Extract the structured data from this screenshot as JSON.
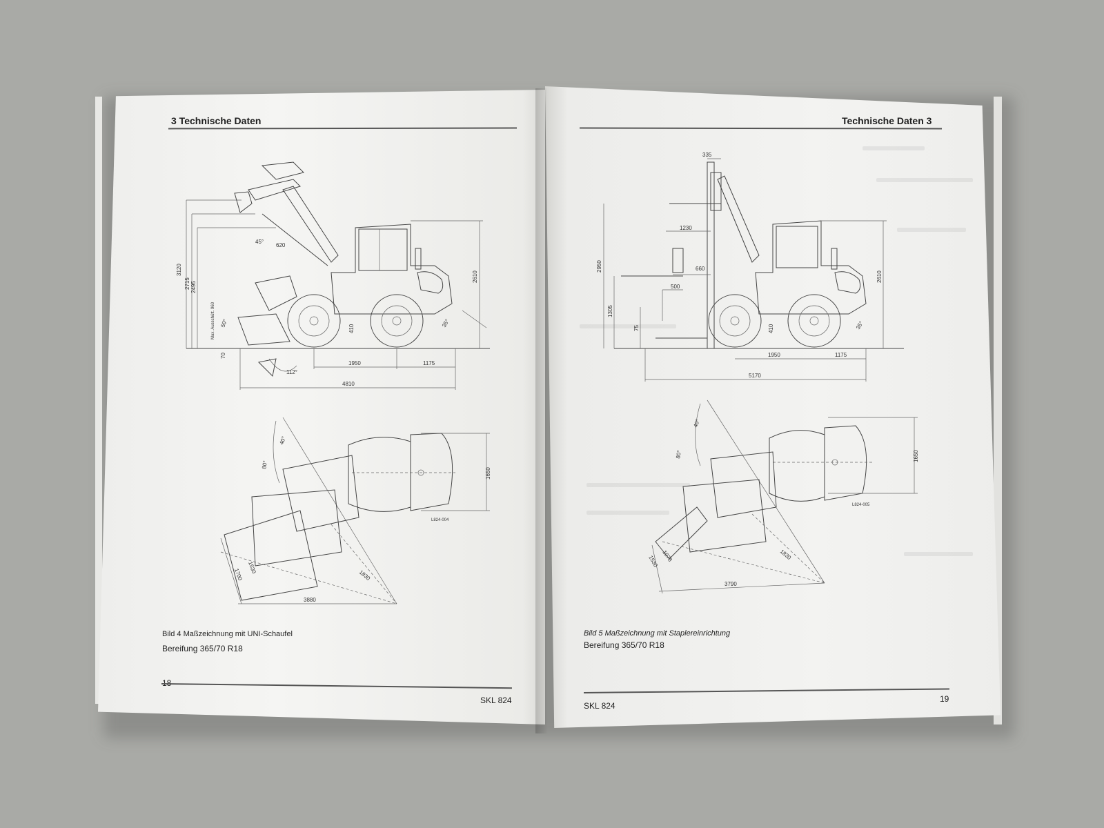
{
  "left_page": {
    "header": "3 Technische Daten",
    "side_view_dims": [
      "3120",
      "2715",
      "2495",
      "620",
      "45°",
      "50°",
      "Max. Ausschütt. 960",
      "2610",
      "35°",
      "410",
      "70",
      "112°",
      "1950",
      "1175",
      "4810"
    ],
    "top_view_dims": [
      "40°",
      "80°",
      "1650",
      "1530",
      "1700",
      "1830",
      "3880"
    ],
    "drawing_code": "L824-004",
    "caption_line1": "Bild 4 Maßzeichnung mit UNI-Schaufel",
    "caption_line2": "Bereifung 365/70 R18",
    "page_number": "18",
    "footer_model": "SKL 824"
  },
  "right_page": {
    "header": "Technische Daten 3",
    "side_view_dims": [
      "335",
      "2950",
      "1230",
      "660",
      "500",
      "1305",
      "75",
      "2610",
      "410",
      "35°",
      "1950",
      "1175",
      "5170"
    ],
    "top_view_dims": [
      "40°",
      "80°",
      "1650",
      "1530",
      "1078",
      "1830",
      "3790"
    ],
    "drawing_code": "L824-005",
    "caption_line1": "Bild 5 Maßzeichnung mit Staplereinrichtung",
    "caption_line2": "Bereifung 365/70 R18",
    "page_number": "19",
    "footer_model": "SKL 824"
  }
}
